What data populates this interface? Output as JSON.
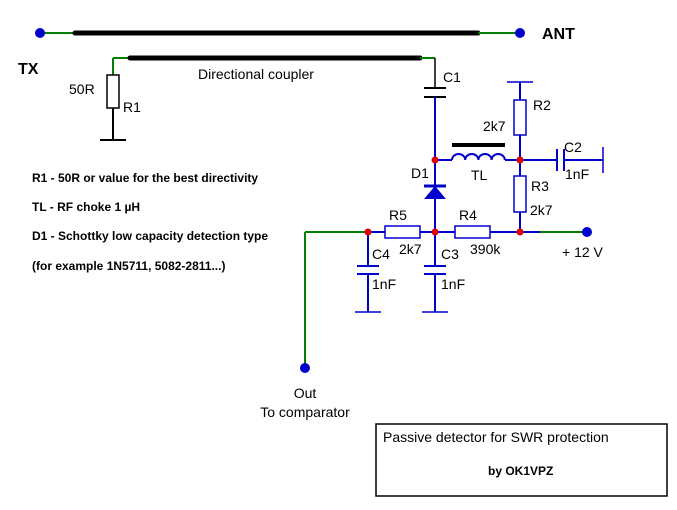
{
  "labels": {
    "tx": "TX",
    "ant": "ANT",
    "coupler": "Directional coupler",
    "r1_value": "50R",
    "r1": "R1",
    "c1": "C1",
    "r2": "R2",
    "r2_value": "2k7",
    "c2": "C2",
    "c2_value": "1nF",
    "d1": "D1",
    "tl": "TL",
    "r3": "R3",
    "r3_value": "2k7",
    "r5": "R5",
    "r5_value": "2k7",
    "r4": "R4",
    "r4_value": "390k",
    "supply": "+ 12 V",
    "c4": "C4",
    "c4_value": "1nF",
    "c3": "C3",
    "c3_value": "1nF",
    "out": "Out",
    "out_sub": "To comparator"
  },
  "notes": [
    "R1 - 50R or value for the best directivity",
    "TL - RF choke 1 µH",
    "D1 - Schottky low capacity detection type",
    "(for example 1N5711, 5082-2811...)"
  ],
  "title_box": {
    "title": "Passive detector for SWR protection",
    "author": "by OK1VPZ"
  },
  "colors": {
    "wire_blue": "#0000cc",
    "wire_green": "#008000",
    "junction": "#dd0000",
    "line": "#000000"
  }
}
